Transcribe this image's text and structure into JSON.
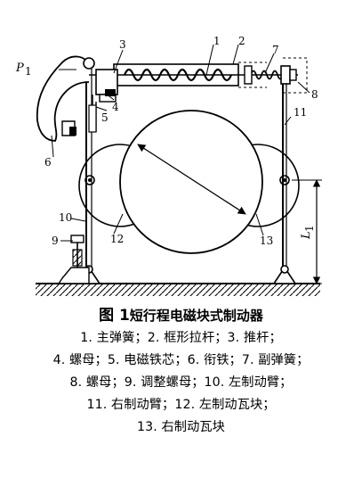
{
  "diagram": {
    "part_labels": {
      "p1": "P",
      "p1_sub": "1",
      "l1": "L",
      "l1_sub": "1",
      "n1": "1",
      "n2": "2",
      "n3": "3",
      "n4": "4",
      "n5": "5",
      "n6": "6",
      "n7": "7",
      "n8": "8",
      "n9": "9",
      "n10": "10",
      "n11": "11",
      "n12": "12",
      "n13": "13"
    }
  },
  "caption": {
    "figure_label": "图 1",
    "title": "短行程电磁块式制动器",
    "items": [
      "1. 主弹簧；",
      "2. 框形拉杆；",
      "3. 推杆；",
      "4. 螺母；",
      "5. 电磁铁芯；",
      "6. 衔铁；",
      "7. 副弹簧；",
      "8. 螺母；",
      "9. 调整螺母；",
      "10. 左制动臂；",
      "11. 右制动臂；",
      "12. 左制动瓦块；",
      "13. 右制动瓦块"
    ]
  }
}
